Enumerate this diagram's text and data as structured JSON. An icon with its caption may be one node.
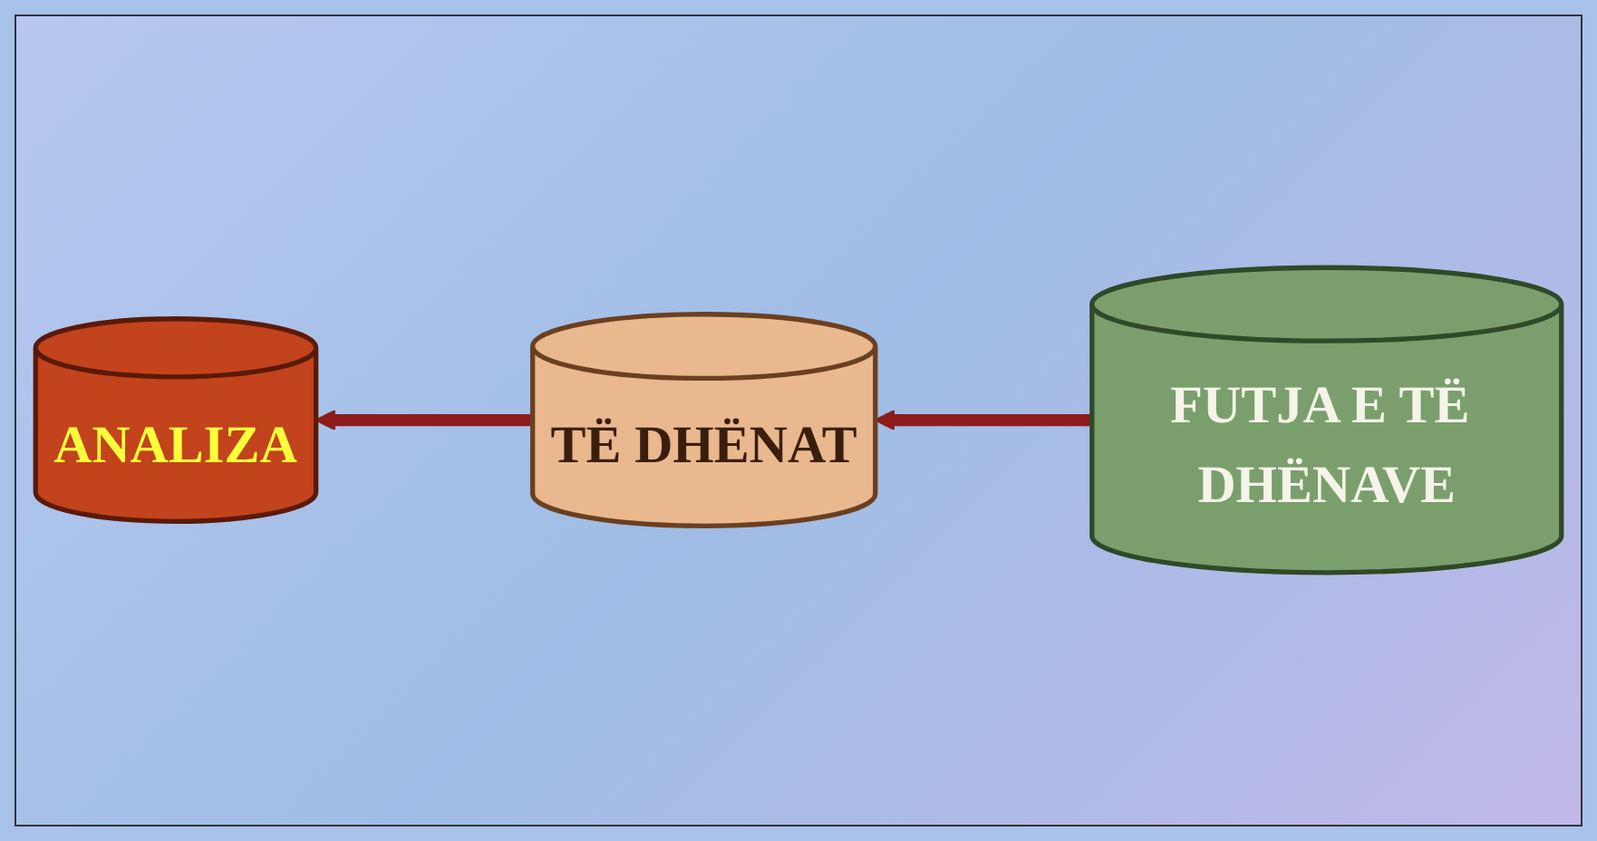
{
  "diagram": {
    "nodes": [
      {
        "text": [
          "ANALIZA"
        ]
      },
      {
        "text": [
          "FUTJA E TË DHËNAVE"
        ]
      },
      {
        "text": [
          "TË DHËNAT"
        ]
      }
    ],
    "edges": [
      {
        "from": 1,
        "to": 2,
        "arrow": "to"
      },
      {
        "from": 2,
        "to": 0,
        "arrow": "to"
      }
    ]
  }
}
